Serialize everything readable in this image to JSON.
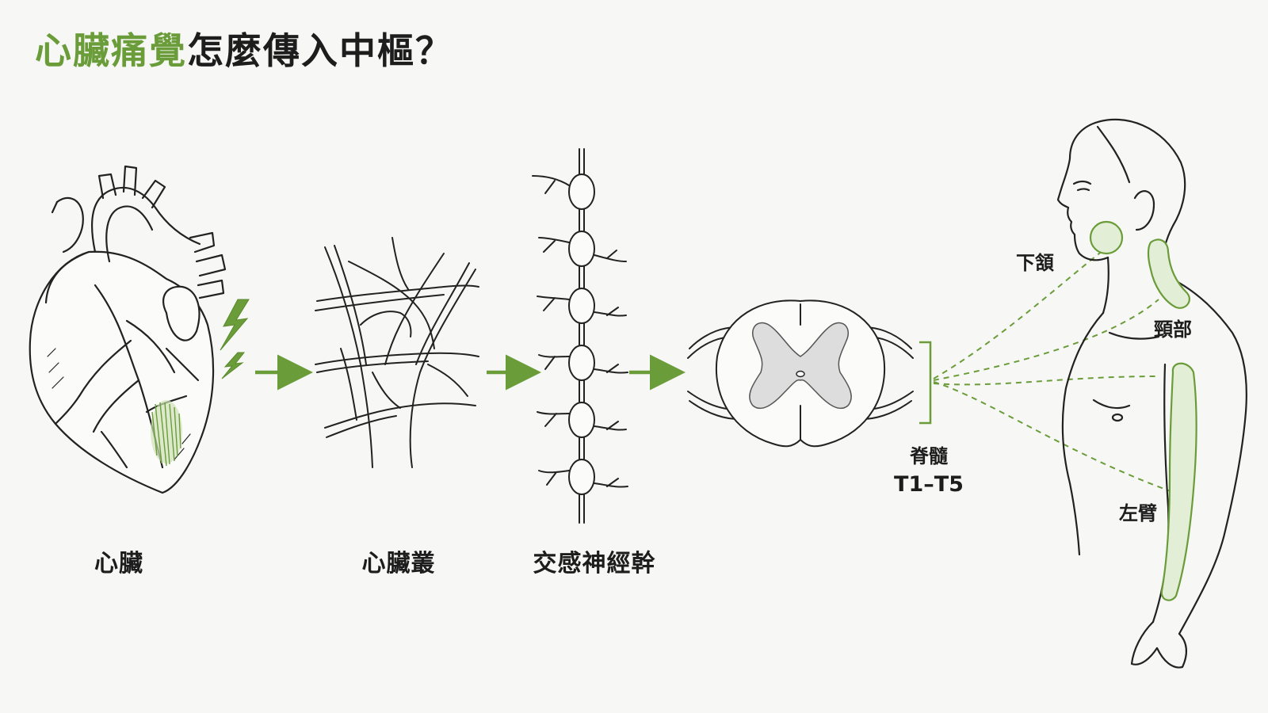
{
  "title": {
    "highlight": "心臟痛覺",
    "rest": "怎麼傳入中樞？"
  },
  "stages": {
    "heart": "心臟",
    "plexus": "心臟叢",
    "trunk": "交感神經幹",
    "spinal_name": "脊髓",
    "spinal_segment": "T1–T5"
  },
  "referred_areas": {
    "jaw": "下頷",
    "neck": "頸部",
    "left_arm": "左臂"
  },
  "colors": {
    "accent": "#6b9c3a",
    "line": "#222222",
    "highlight_fill": "#e3eed6",
    "grey_matter": "#dddddd"
  },
  "icons": [
    "lightning-icon",
    "arrow-right-icon"
  ]
}
